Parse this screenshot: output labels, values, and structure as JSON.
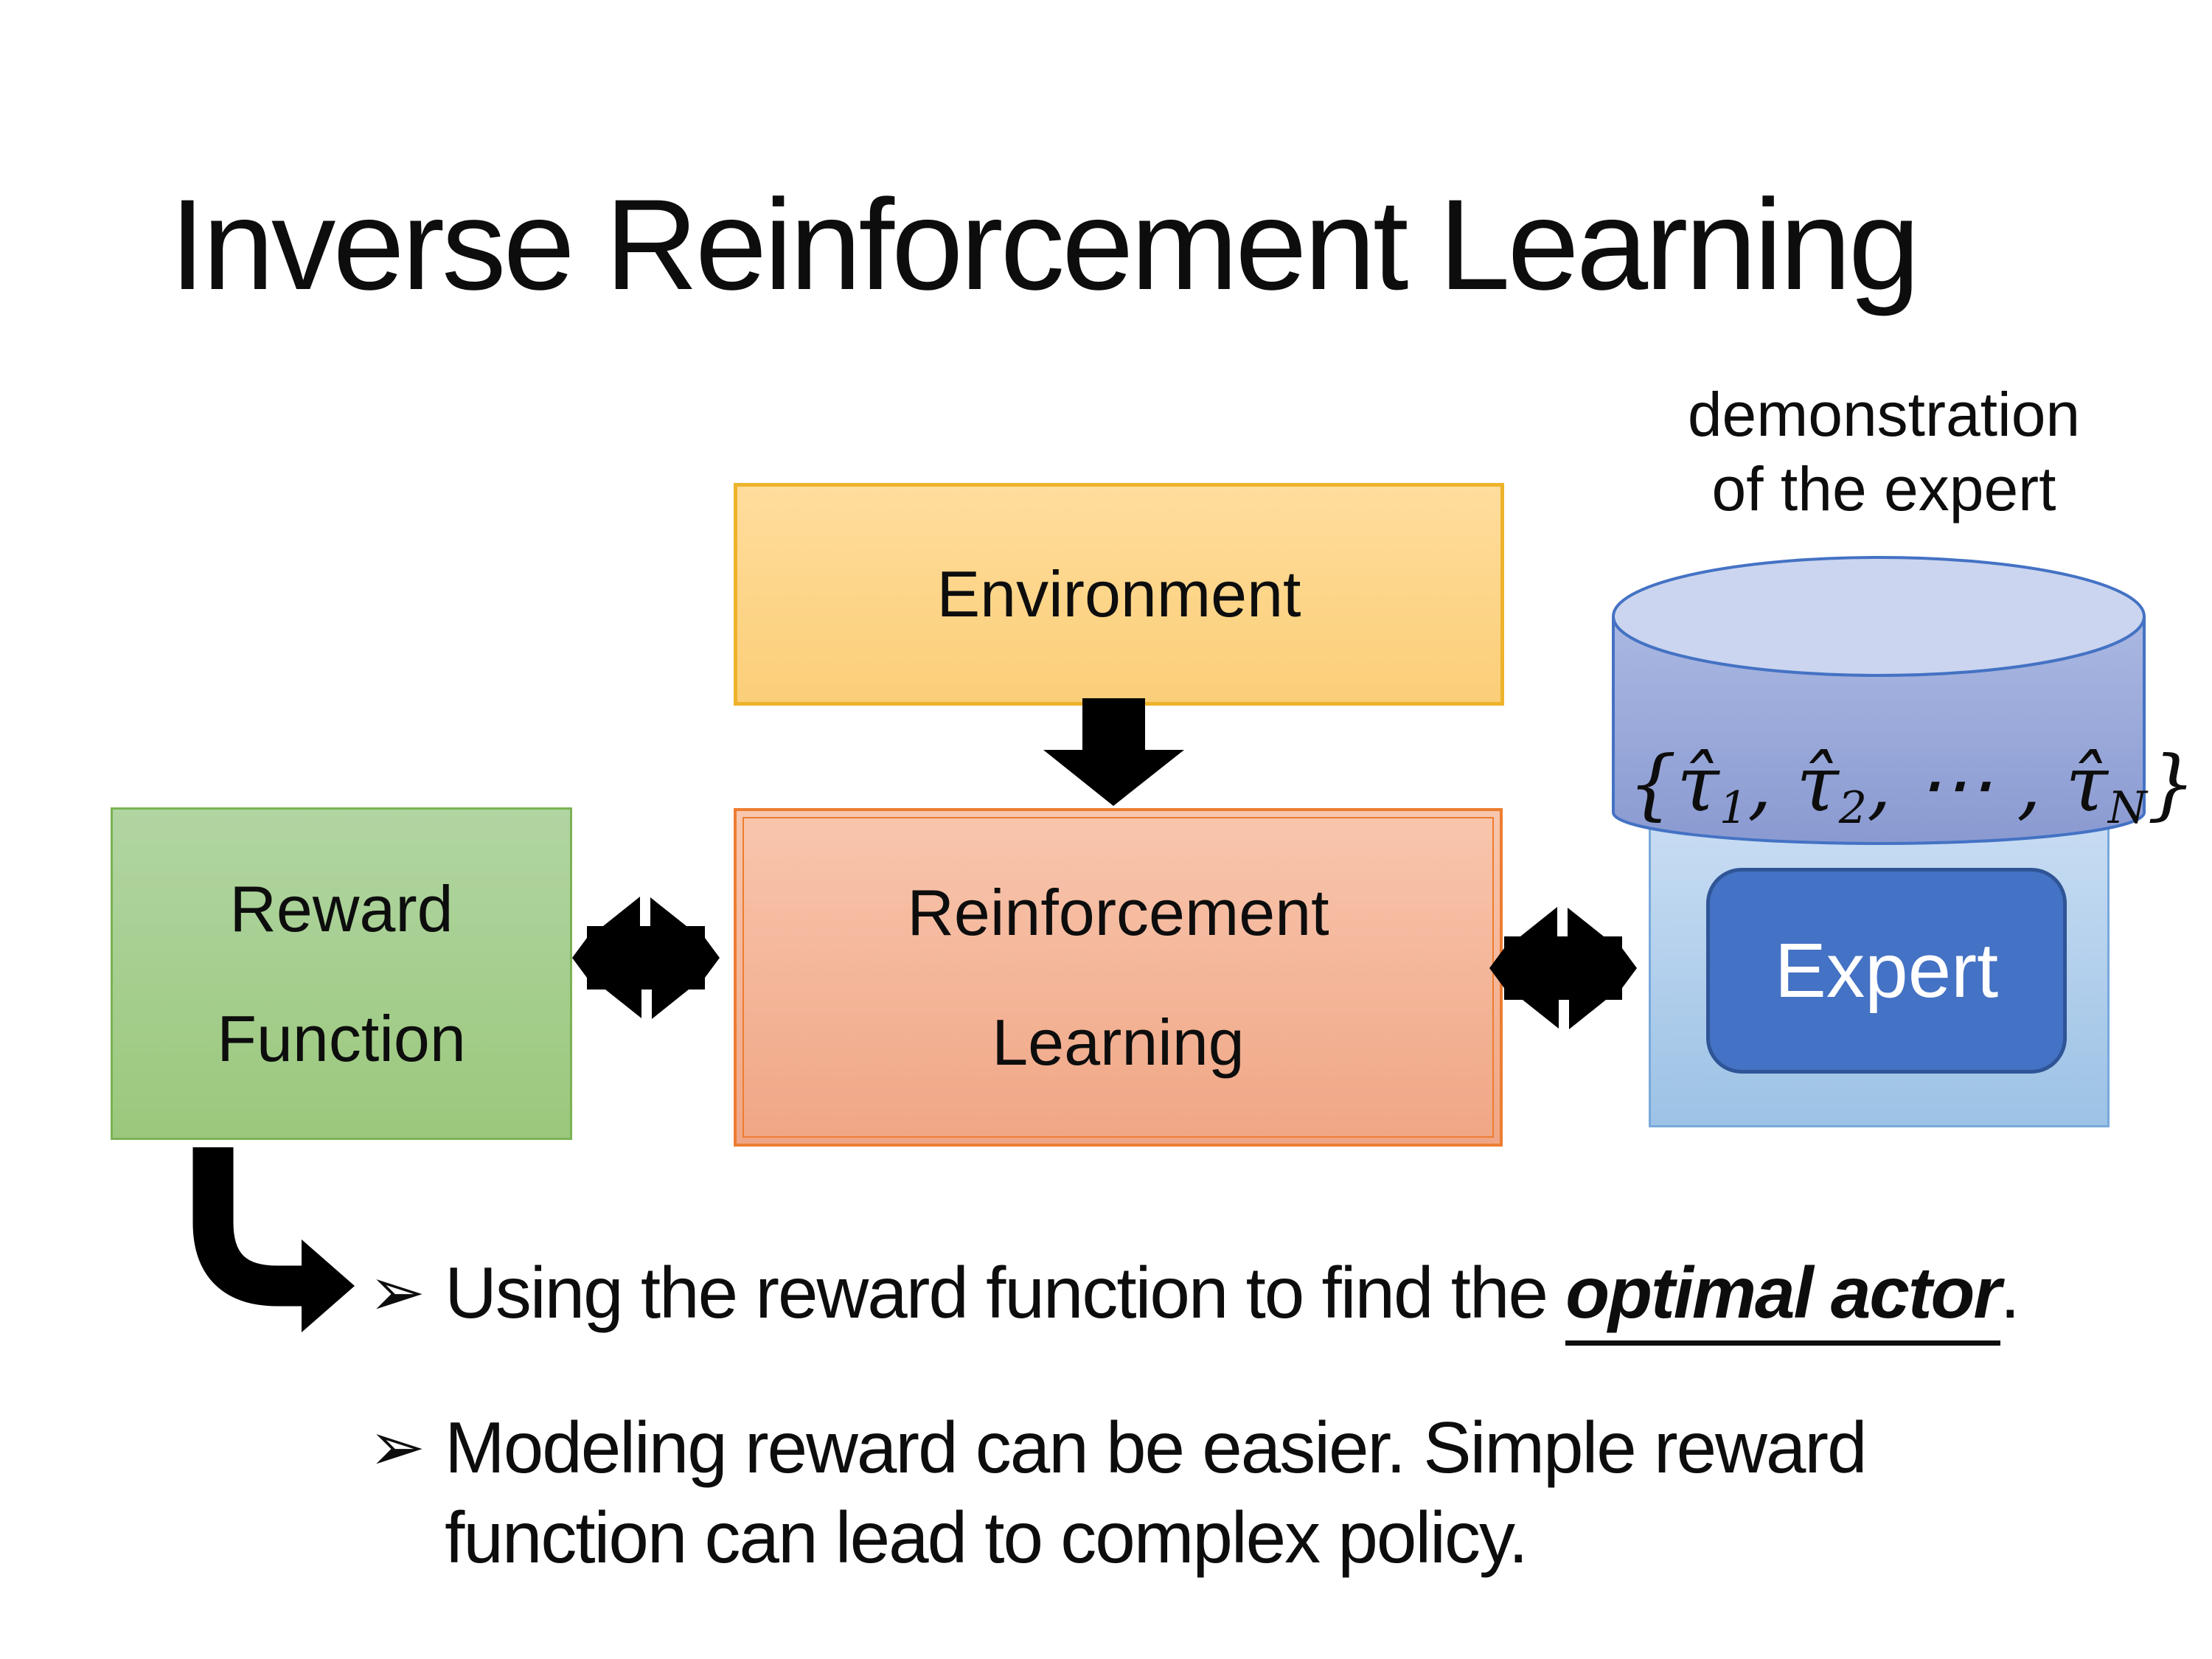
{
  "slide": {
    "title": "Inverse Reinforcement Learning"
  },
  "diagram": {
    "demo_caption": {
      "line1": "demonstration",
      "line2": "of the expert"
    },
    "environment": {
      "label": "Environment"
    },
    "reward_function": {
      "line1": "Reward",
      "line2": "Function"
    },
    "reinforcement_learning": {
      "line1": "Reinforcement",
      "line2": "Learning"
    },
    "expert": {
      "label": "Expert"
    },
    "trajectory_formula": {
      "p1": "{τ̂",
      "s1": "1",
      "p2": ", τ̂",
      "s2": "2",
      "p3": ", ⋯ , τ̂",
      "s3": "N",
      "p4": "}"
    }
  },
  "bullets": {
    "marker": "➢",
    "item1": {
      "prefix": "Using the reward function to find the ",
      "emphasis": "optimal actor",
      "suffix": "."
    },
    "item2": {
      "line1": "Modeling reward can be easier. Simple reward",
      "line2": "function can lead to complex policy."
    }
  },
  "colors": {
    "background": "#FFFFFF",
    "text": "#0D0D0D",
    "arrow-black": "#000000",
    "env-fill-top": "#FFDD9C",
    "env-fill-bottom": "#FBCE78",
    "env-border": "#EDB32A",
    "reward-fill-top": "#B1D5A2",
    "reward-fill-bottom": "#9BC87C",
    "reward-border": "#7AB255",
    "rl-fill-top": "#F8C6AE",
    "rl-fill-bottom": "#F0A685",
    "rl-border": "#ED7D31",
    "panel-fill-top": "#C9DDF3",
    "panel-fill-bottom": "#9CC2E5",
    "panel-border": "#79A9DB",
    "cylinder-fill-top": "#AAB8E2",
    "cylinder-fill-bottom": "#8A9AD1",
    "cylinder-border": "#4472C4",
    "cylinder-cap": "#CBD5EF",
    "expert-fill": "#4472C4",
    "expert-border": "#2F5597",
    "expert-text": "#FFFFFF"
  }
}
